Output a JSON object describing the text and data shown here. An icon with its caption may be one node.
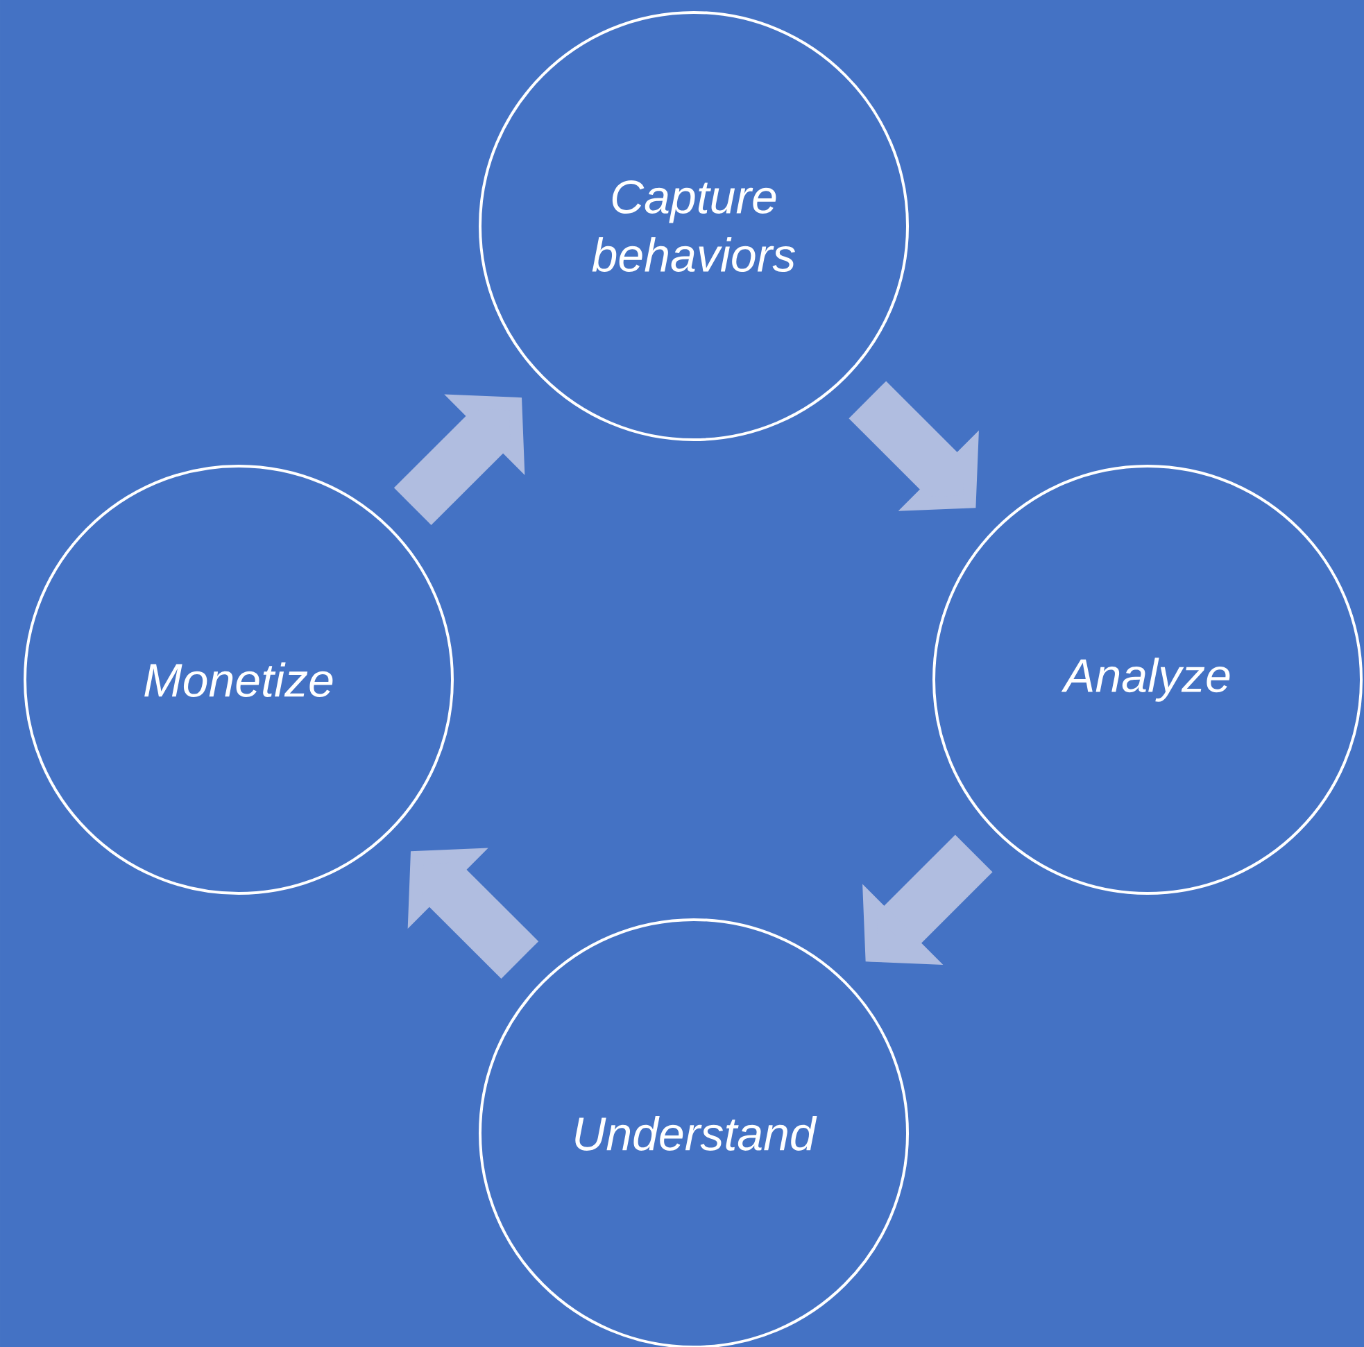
{
  "diagram": {
    "nodes": [
      {
        "text": [
          "Capture behaviors"
        ]
      },
      {
        "text": [
          "Analyze"
        ]
      },
      {
        "text": [
          "Understand"
        ]
      },
      {
        "text": [
          "Monetize"
        ]
      }
    ],
    "edges": [
      {
        "from": 0,
        "to": 1,
        "arrow": "to"
      },
      {
        "from": 1,
        "to": 2,
        "arrow": "to"
      },
      {
        "from": 2,
        "to": 3,
        "arrow": "to"
      },
      {
        "from": 3,
        "to": 0,
        "arrow": "to"
      }
    ]
  }
}
